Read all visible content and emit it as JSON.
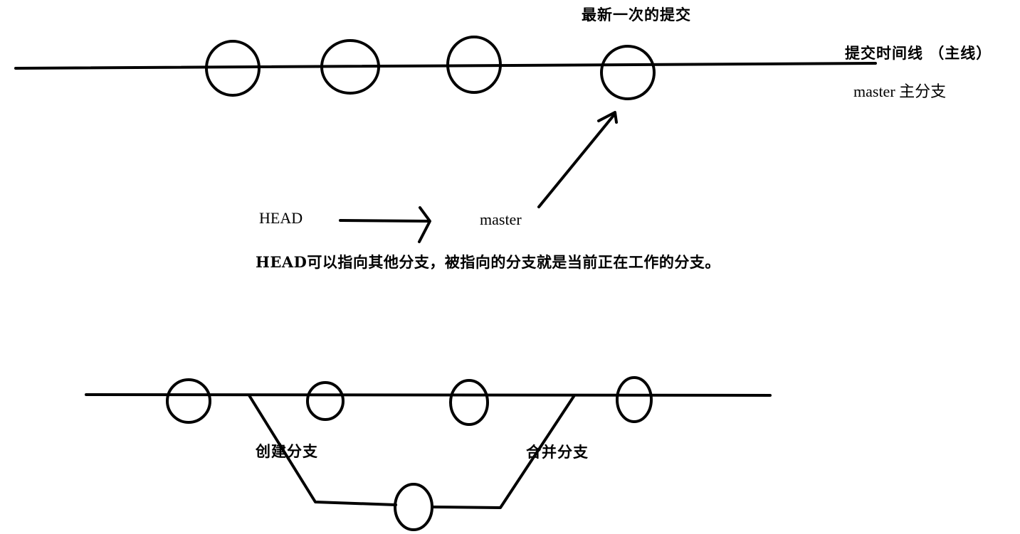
{
  "diagram": {
    "labels": {
      "latest_commit": "最新一次的提交",
      "timeline": "提交时间线 （主线）",
      "master_main_branch": "master 主分支",
      "head": "HEAD",
      "master": "master",
      "head_note": "HEAD可以指向其他分支，被指向的分支就是当前正在工作的分支。",
      "create_branch": "创建分支",
      "merge_branch": "合并分支"
    },
    "colors": {
      "stroke": "#000000",
      "background": "#ffffff"
    }
  }
}
